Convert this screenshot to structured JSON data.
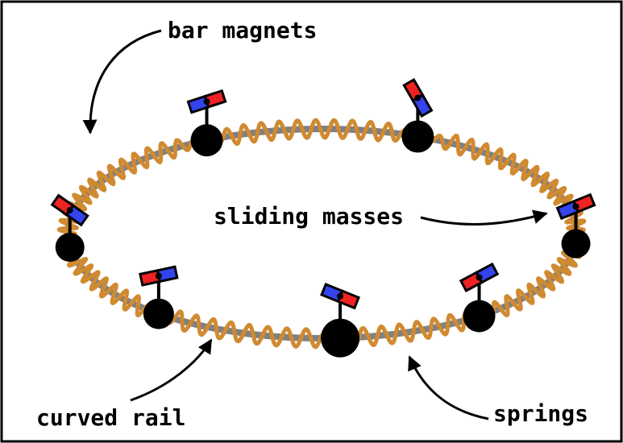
{
  "labels": {
    "bar_magnets": "bar magnets",
    "sliding_masses": "sliding masses",
    "curved_rail": "curved rail",
    "springs": "springs"
  },
  "colors": {
    "frame": "#000000",
    "rail": "#808080",
    "spring": "#d08a30",
    "mass": "#000000",
    "magnet_north": "#ee2222",
    "magnet_south": "#3344ee",
    "arrow": "#000000"
  },
  "icons": {
    "mass": "black-circle",
    "magnet": "red-blue-bar",
    "arrow": "curved-arrow"
  }
}
